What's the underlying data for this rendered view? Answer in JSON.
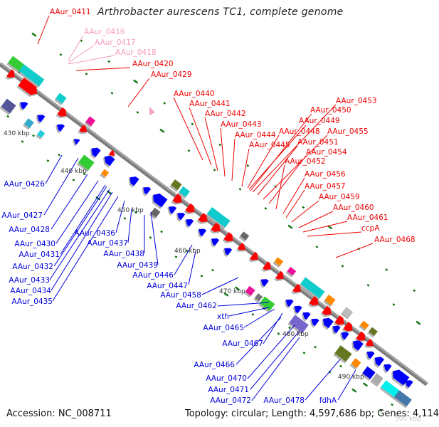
{
  "title": "Arthrobacter aurescens TC1, complete genome",
  "footer": {
    "accession": "Accession: NC_008711",
    "summary": "Topology: circular; Length: 4,597,686 bp; Genes: 4,114"
  },
  "colors": {
    "backbone": "#888888",
    "forward_label": "#ee0000",
    "reverse_label": "#0000dd",
    "highlight_label": "#f49ac1",
    "tick": "#117711"
  },
  "scale_labels": [
    "430 kbp",
    "440 kbp",
    "450 kbp",
    "460 kbp",
    "470 kbp",
    "480 kbp",
    "490 kbp",
    "500 kbp"
  ],
  "forward_labels": [
    {
      "text": "AAur_0411",
      "color": "red"
    },
    {
      "text": "AAur_0416",
      "color": "pink"
    },
    {
      "text": "AAur_0417",
      "color": "pink"
    },
    {
      "text": "AAur_0418",
      "color": "pink"
    },
    {
      "text": "AAur_0420",
      "color": "red"
    },
    {
      "text": "AAur_0429",
      "color": "red"
    },
    {
      "text": "AAur_0440",
      "color": "red"
    },
    {
      "text": "AAur_0441",
      "color": "red"
    },
    {
      "text": "AAur_0442",
      "color": "red"
    },
    {
      "text": "AAur_0443",
      "color": "red"
    },
    {
      "text": "AAur_0444",
      "color": "red"
    },
    {
      "text": "AAur_0445",
      "color": "red"
    },
    {
      "text": "AAur_0448",
      "color": "red"
    },
    {
      "text": "AAur_0449",
      "color": "red"
    },
    {
      "text": "AAur_0450",
      "color": "red"
    },
    {
      "text": "AAur_0453",
      "color": "red"
    },
    {
      "text": "AAur_0451",
      "color": "red"
    },
    {
      "text": "AAur_0455",
      "color": "red"
    },
    {
      "text": "AAur_0454",
      "color": "red"
    },
    {
      "text": "AAur_0452",
      "color": "red"
    },
    {
      "text": "AAur_0456",
      "color": "red"
    },
    {
      "text": "AAur_0457",
      "color": "red"
    },
    {
      "text": "AAur_0459",
      "color": "red"
    },
    {
      "text": "AAur_0460",
      "color": "red"
    },
    {
      "text": "AAur_0461",
      "color": "red"
    },
    {
      "text": "ccpA",
      "color": "red"
    },
    {
      "text": "AAur_0468",
      "color": "red"
    }
  ],
  "reverse_labels": [
    "AAur_0426",
    "AAur_0427",
    "AAur_0428",
    "AAur_0430",
    "AAur_0431",
    "AAur_0432",
    "AAur_0433",
    "AAur_0434",
    "AAur_0435",
    "AAur_0436",
    "AAur_0437",
    "AAur_0438",
    "AAur_0439",
    "AAur_0446",
    "AAur_0447",
    "AAur_0458",
    "AAur_0462",
    "xth",
    "AAur_0465",
    "AAur_0467",
    "AAur_0466",
    "AAur_0470",
    "AAur_0471",
    "AAur_0472",
    "AAur_0478",
    "fdhA"
  ]
}
